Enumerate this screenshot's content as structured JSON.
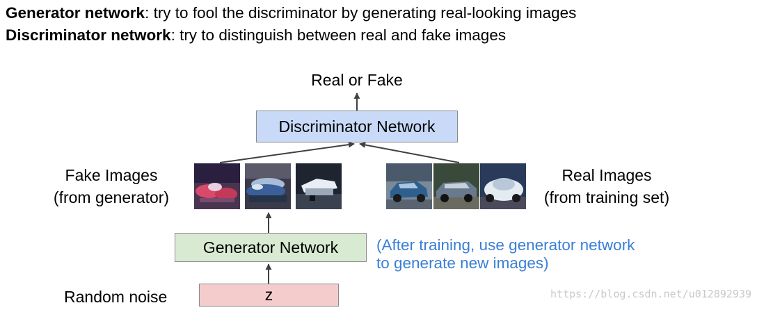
{
  "header": {
    "line1_bold": "Generator network",
    "line1_rest": ": try to fool the discriminator by generating real-looking images",
    "line2_bold": "Discriminator network",
    "line2_rest": ": try to distinguish between real and fake images"
  },
  "diagram": {
    "output_label": "Real or Fake",
    "discriminator_label": "Discriminator Network",
    "fake_images_label_line1": "Fake Images",
    "fake_images_label_line2": "(from generator)",
    "real_images_label_line1": "Real Images",
    "real_images_label_line2": "(from training set)",
    "generator_label": "Generator Network",
    "noise_label": "Random noise",
    "z_label": "z",
    "note_line1": "(After training, use generator network",
    "note_line2": "to generate new images)"
  },
  "colors": {
    "discriminator_fill": "#c9daf8",
    "generator_fill": "#d9ead3",
    "noise_fill": "#f4cccc",
    "note_text": "#3a7fd6",
    "arrow": "#404040"
  },
  "watermark": "https://blog.csdn.net/u012892939"
}
